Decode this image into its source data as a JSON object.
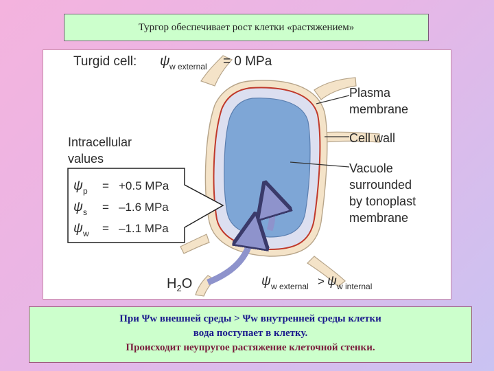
{
  "title": "Тургор обеспечивает рост клетки «растяжением»",
  "figure": {
    "heading_label": "Turgid cell:",
    "heading_psi": "ψ",
    "heading_sub": "w external",
    "heading_value": "= 0 MPa",
    "intracellular_label": "Intracellular",
    "intracellular_label2": "values",
    "values": [
      {
        "symbol": "ψ",
        "sub": "p",
        "eq": "=",
        "value": "+0.5 MPa"
      },
      {
        "symbol": "ψ",
        "sub": "s",
        "eq": "=",
        "value": "–1.6 MPa"
      },
      {
        "symbol": "ψ",
        "sub": "w",
        "eq": "=",
        "value": "–1.1 MPa"
      }
    ],
    "label_plasma": "Plasma",
    "label_plasma2": "membrane",
    "label_wall": "Cell wall",
    "label_vacuole": "Vacuole",
    "label_vacuole2": "surrounded",
    "label_vacuole3": "by tonoplast",
    "label_vacuole4": "membrane",
    "h2o": "H",
    "h2o_sub": "2",
    "h2o_end": "O",
    "bottom_psi1": "ψ",
    "bottom_sub1": "w external",
    "bottom_gt": ">",
    "bottom_psi2": "ψ",
    "bottom_sub2": "w internal"
  },
  "caption": {
    "line1": "При Ψw внешней среды > Ψw внутренней среды клетки",
    "line2": "вода поступает в клетку.",
    "line3": "Происходит неупругое растяжение клеточной стенки."
  },
  "colors": {
    "cell_wall": "#f4e3c8",
    "plasma_membrane": "#c0392b",
    "cytoplasm": "#dcdff0",
    "vacuole": "#7ea6d6",
    "arrow": "#8e93cc"
  }
}
